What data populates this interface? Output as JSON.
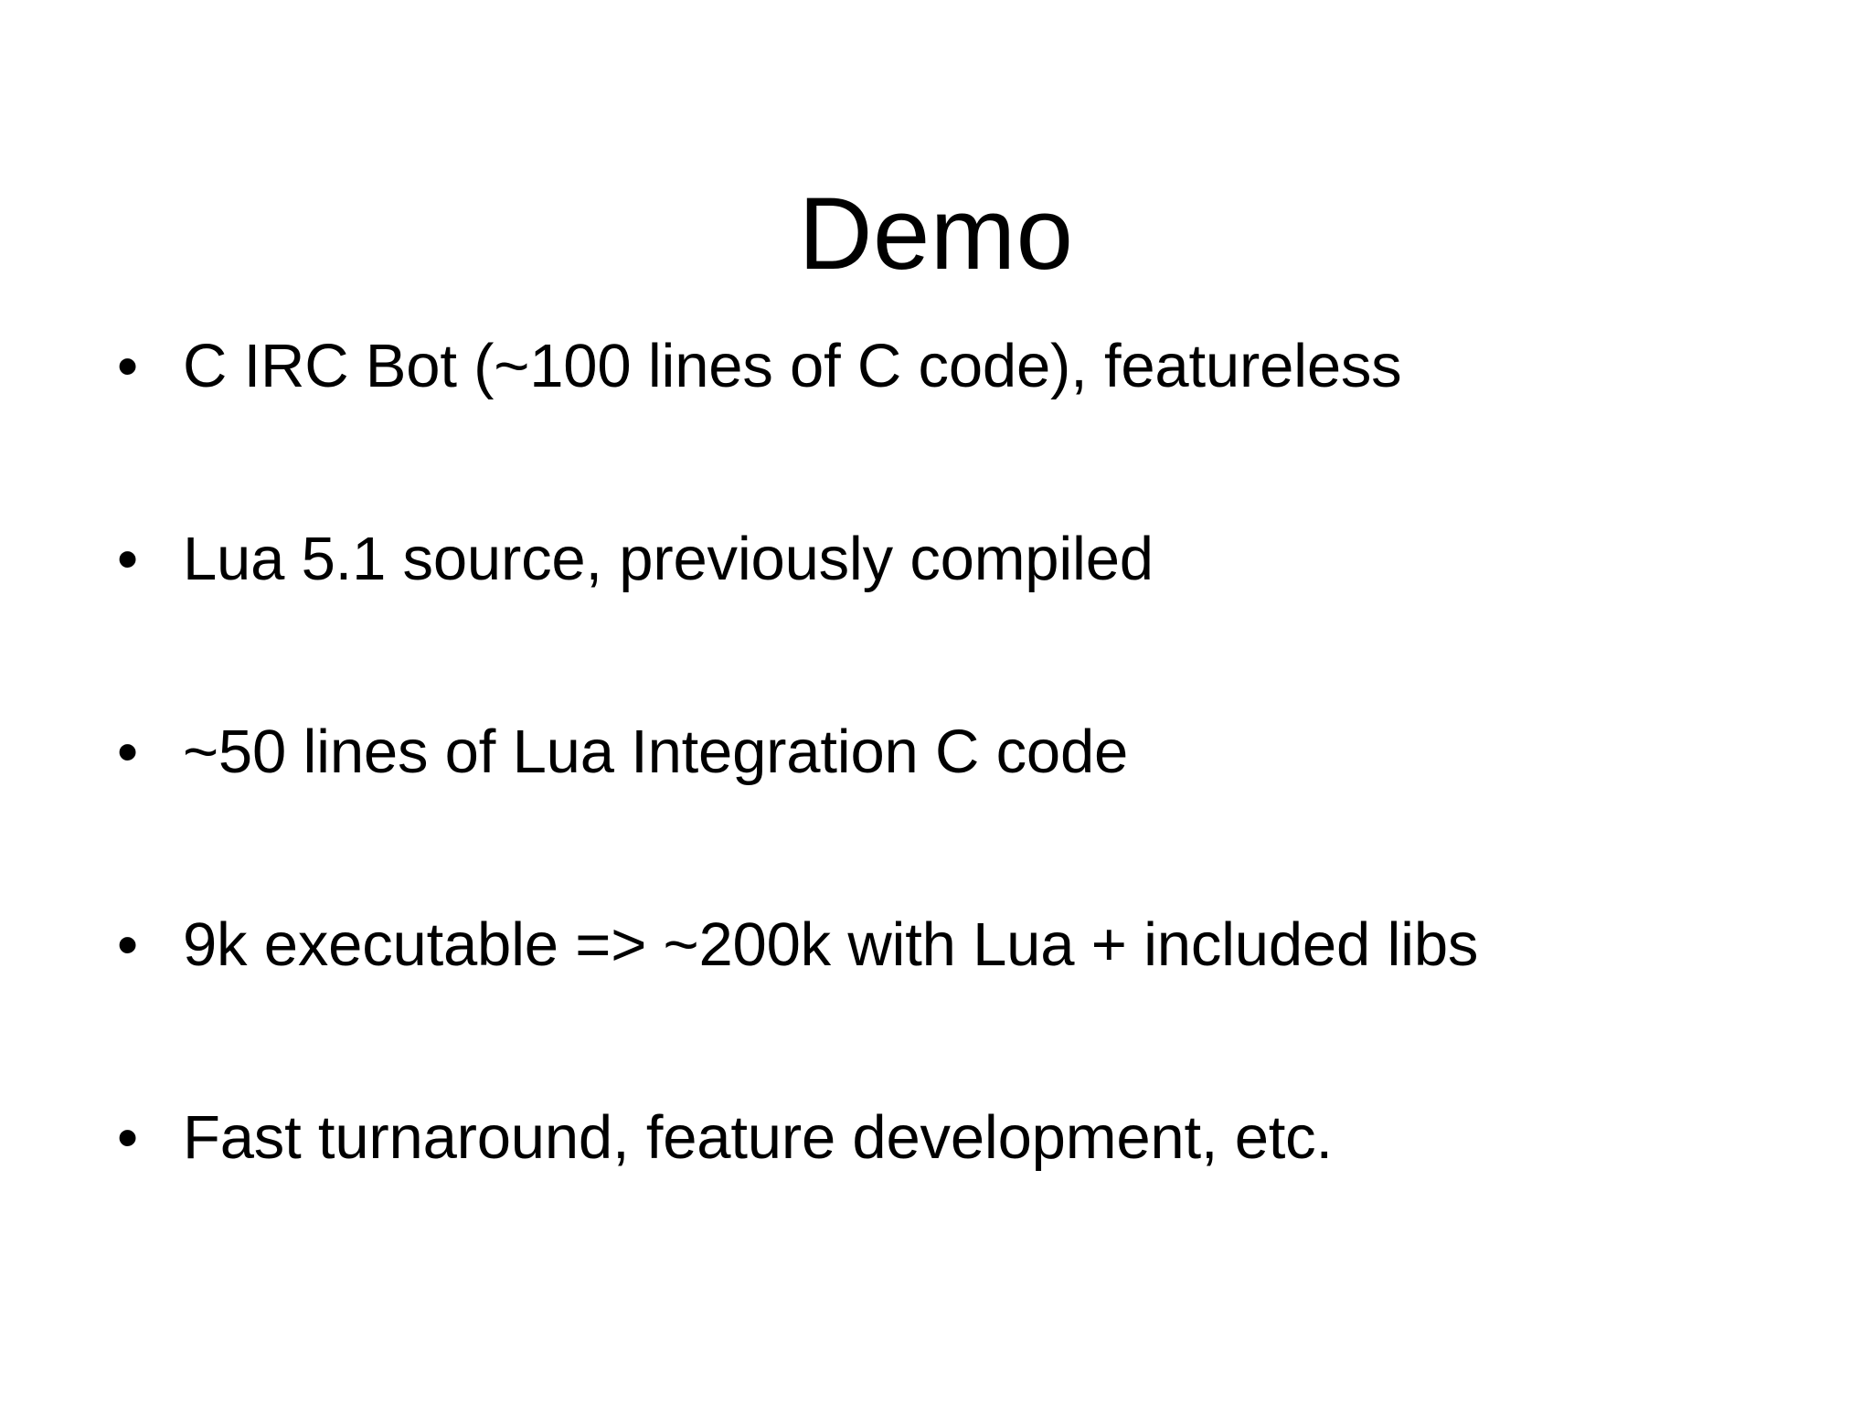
{
  "slide": {
    "background_color": "#ffffff",
    "text_color": "#000000",
    "title": "Demo",
    "bullet_marker": "•",
    "bullets": [
      {
        "text": "C IRC Bot (~100 lines of C code), featureless"
      },
      {
        "text": "Lua 5.1 source, previously compiled"
      },
      {
        "text": "~50 lines of Lua Integration C code"
      },
      {
        "text": "9k executable => ~200k with Lua + included libs"
      },
      {
        "text": "Fast turnaround, feature development, etc."
      }
    ]
  }
}
